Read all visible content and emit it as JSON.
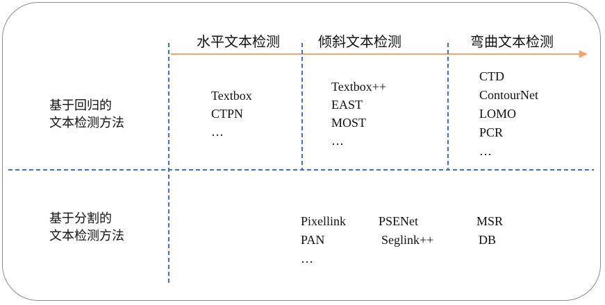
{
  "columns": [
    {
      "label": "水平文本检测"
    },
    {
      "label": "倾斜文本检测"
    },
    {
      "label": "弯曲文本检测"
    }
  ],
  "rows": [
    {
      "label_line1": "基于回归的",
      "label_line2": "文本检测方法"
    },
    {
      "label_line1": "基于分割的",
      "label_line2": "文本检测方法"
    }
  ],
  "regression": {
    "horizontal": [
      "Textbox",
      "CTPN",
      "…"
    ],
    "oblique": [
      "Textbox++",
      "EAST",
      "MOST",
      "…"
    ],
    "curved": [
      "CTD",
      "ContourNet",
      "LOMO",
      "PCR",
      "…"
    ]
  },
  "segmentation": {
    "col_a": [
      "Pixellink",
      "PAN",
      "…"
    ],
    "col_b": [
      "PSENet",
      "Seglink++"
    ],
    "col_c": [
      "MSR",
      "DB"
    ]
  },
  "colors": {
    "arrow": "#f4a46a",
    "divider": "#3b6fd1",
    "border": "#8a8a8a"
  }
}
